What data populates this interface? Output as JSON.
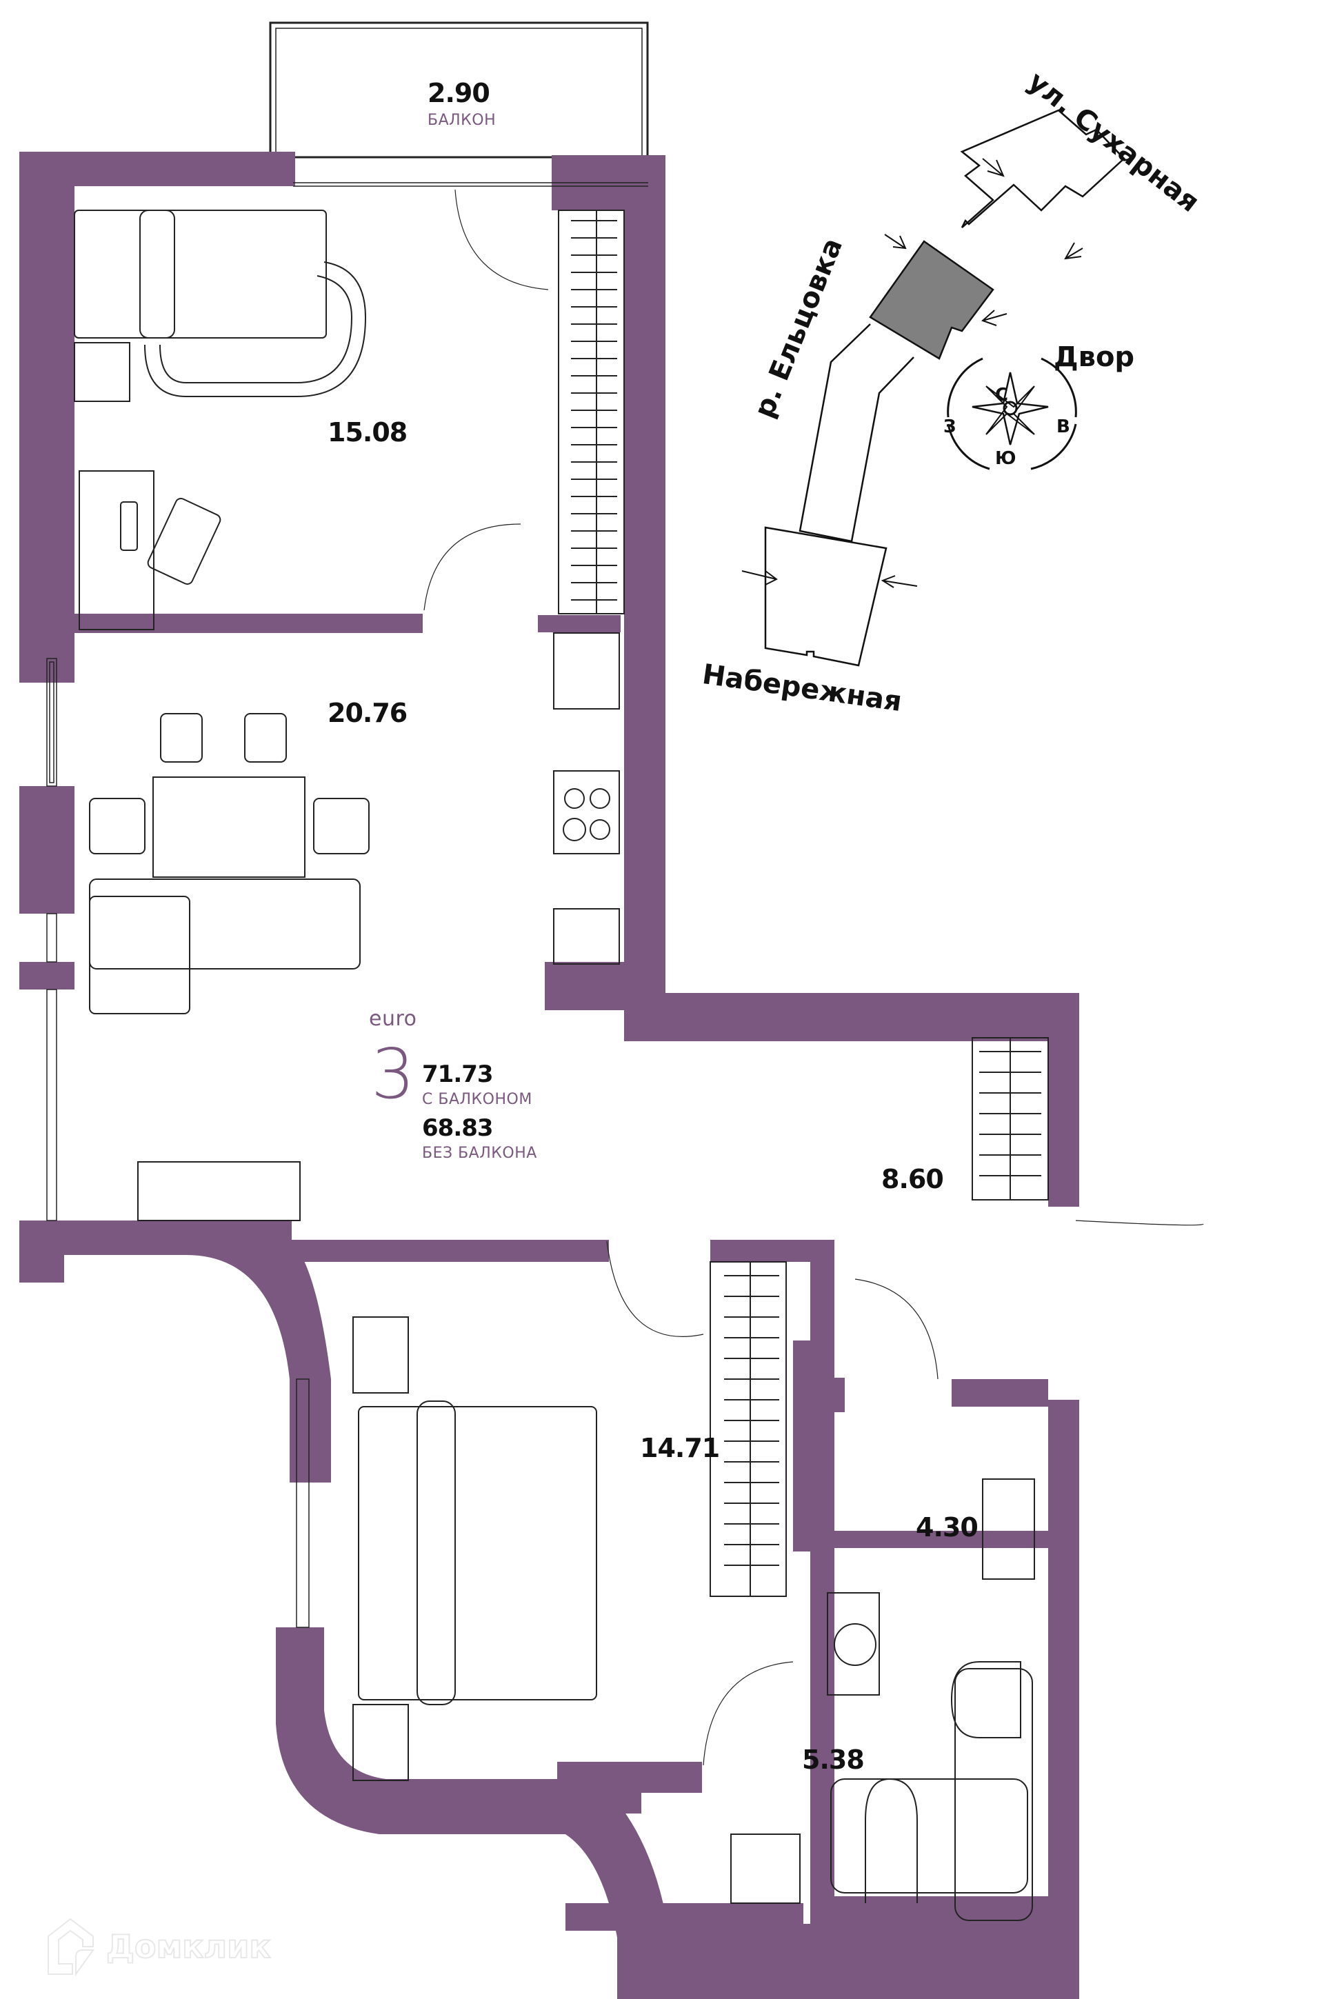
{
  "colors": {
    "wall": "#7a587f",
    "accent_text": "#7a587f",
    "line": "#111111",
    "building_highlight": "#808080"
  },
  "apartment": {
    "type": "euro",
    "rooms": "3",
    "area_with_balcony": "71.73",
    "with_balcony_label": "С БАЛКОНОМ",
    "area_without_balcony": "68.83",
    "without_balcony_label": "БЕЗ БАЛКОНА"
  },
  "rooms": [
    {
      "id": "balcony",
      "area": "2.90",
      "label": "БАЛКОН"
    },
    {
      "id": "bedroom-1",
      "area": "15.08"
    },
    {
      "id": "living-kitchen",
      "area": "20.76"
    },
    {
      "id": "hallway",
      "area": "8.60"
    },
    {
      "id": "bedroom-2",
      "area": "14.71"
    },
    {
      "id": "bathroom-1",
      "area": "4.30"
    },
    {
      "id": "bathroom-2",
      "area": "5.38"
    }
  ],
  "site_map": {
    "street_top": "ул. Сухарная",
    "river": "р. Ельцовка",
    "yard": "Двор",
    "embankment": "Набережная",
    "compass": {
      "north": "С",
      "south": "Ю",
      "west": "З",
      "east": "В"
    }
  },
  "watermark": {
    "text": "Домклик",
    "icon": "domclick-house-icon"
  }
}
